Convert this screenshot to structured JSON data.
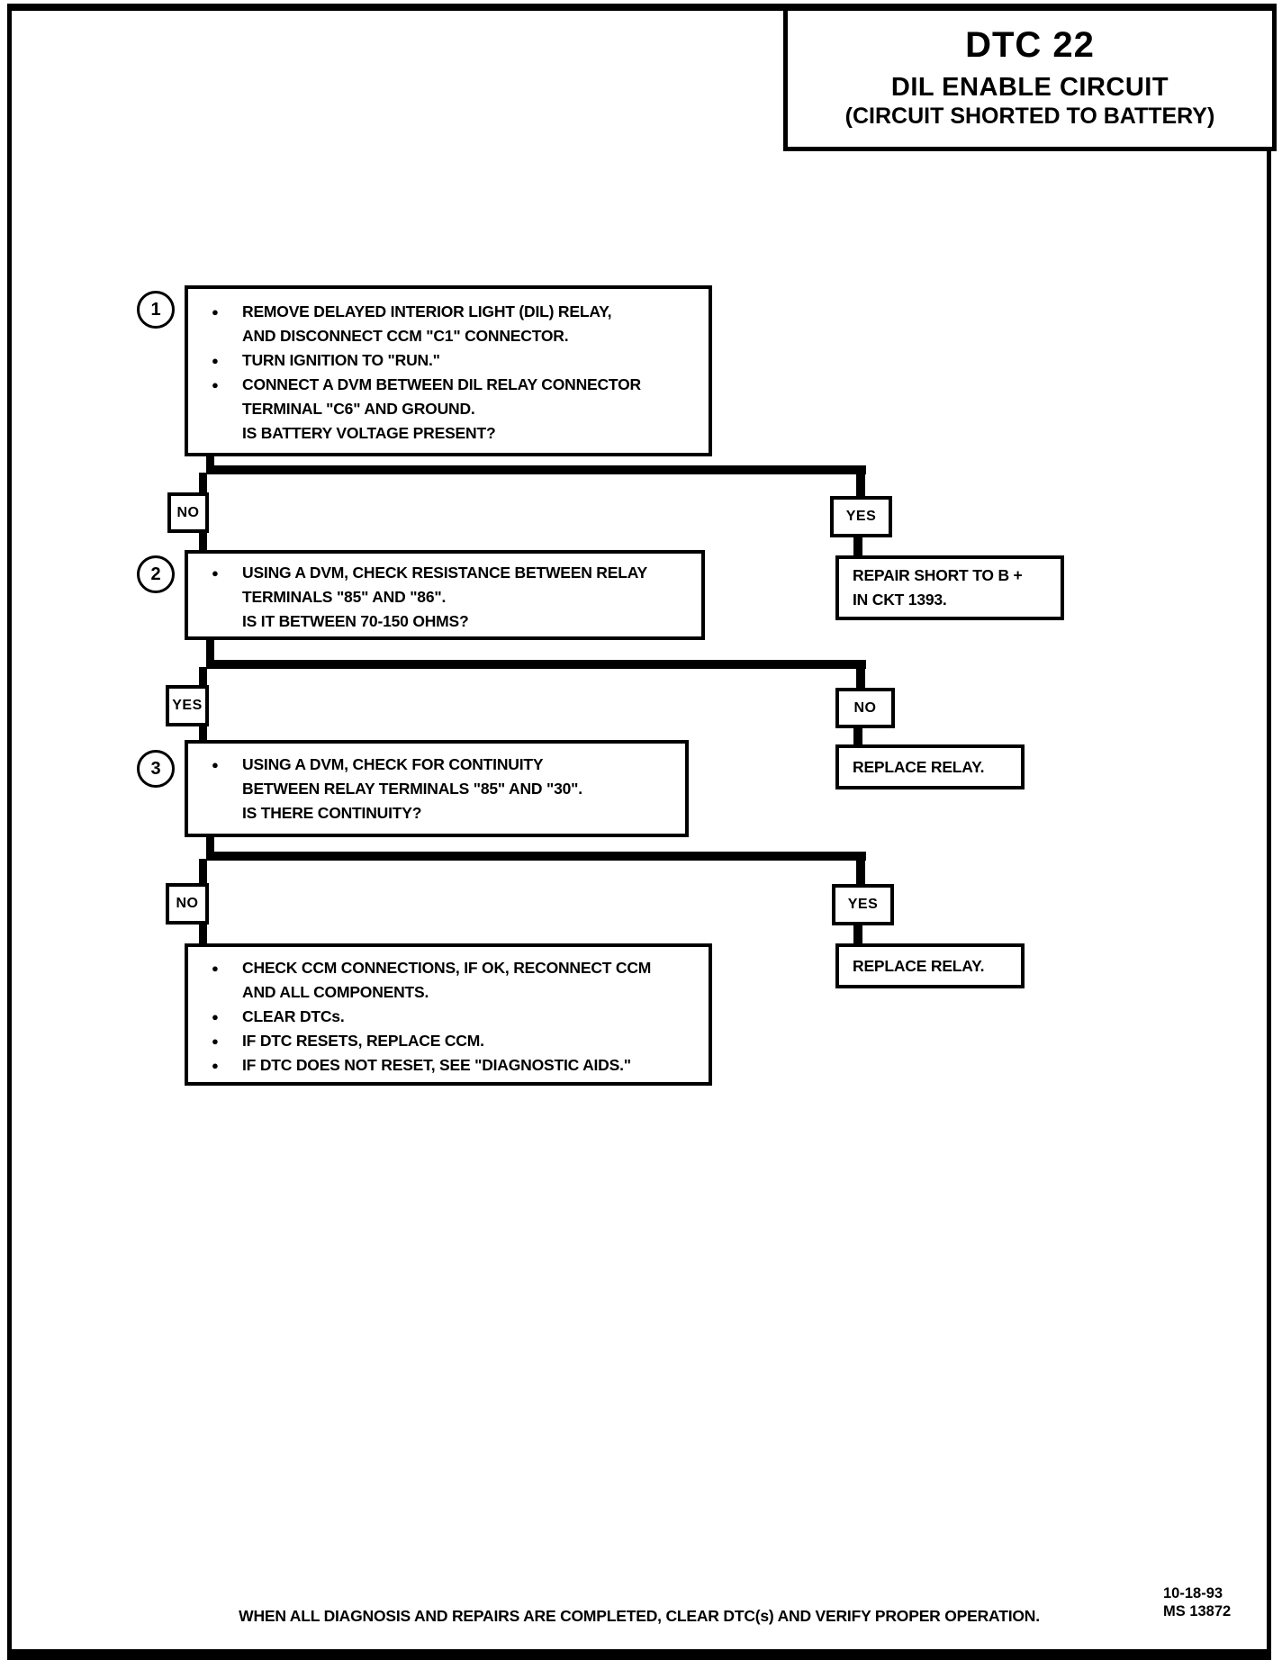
{
  "page": {
    "title": {
      "code": "DTC 22",
      "subtitle1": "DIL ENABLE CIRCUIT",
      "subtitle2": "(CIRCUIT SHORTED TO BATTERY)"
    },
    "footer": {
      "note": "WHEN ALL DIAGNOSIS AND REPAIRS ARE COMPLETED, CLEAR DTC(s) AND VERIFY PROPER OPERATION.",
      "date": "10-18-93",
      "doc_number": "MS 13872"
    },
    "colors": {
      "line": "#000000",
      "background": "#ffffff",
      "text": "#000000"
    }
  },
  "glyphs": {
    "bullet": "●"
  },
  "flowchart": {
    "step1": {
      "number": "1",
      "rows": [
        {
          "bullet": "●",
          "text": "REMOVE DELAYED INTERIOR LIGHT (DIL) RELAY,"
        },
        {
          "bullet": "",
          "text": "AND DISCONNECT CCM \"C1\" CONNECTOR."
        },
        {
          "bullet": "●",
          "text": "TURN IGNITION TO \"RUN.\""
        },
        {
          "bullet": "●",
          "text": "CONNECT A DVM BETWEEN DIL RELAY CONNECTOR"
        },
        {
          "bullet": "",
          "text": "TERMINAL \"C6\" AND GROUND."
        },
        {
          "bullet": "",
          "text": "IS BATTERY VOLTAGE PRESENT?"
        }
      ]
    },
    "step2": {
      "number": "2",
      "rows": [
        {
          "bullet": "●",
          "text": "USING A DVM, CHECK RESISTANCE BETWEEN RELAY"
        },
        {
          "bullet": "",
          "text": "TERMINALS \"85\" AND \"86\"."
        },
        {
          "bullet": "",
          "text": "IS IT BETWEEN 70-150 OHMS?"
        }
      ]
    },
    "step3": {
      "number": "3",
      "rows": [
        {
          "bullet": "●",
          "text": "USING A DVM, CHECK FOR CONTINUITY"
        },
        {
          "bullet": "",
          "text": "BETWEEN RELAY TERMINALS \"85\" AND \"30\"."
        },
        {
          "bullet": "",
          "text": "IS THERE CONTINUITY?"
        }
      ]
    },
    "step4": {
      "rows": [
        {
          "bullet": "●",
          "text": "CHECK CCM CONNECTIONS, IF OK, RECONNECT CCM"
        },
        {
          "bullet": "",
          "text": "AND ALL COMPONENTS."
        },
        {
          "bullet": "●",
          "text": "CLEAR DTCs."
        },
        {
          "bullet": "●",
          "text": "IF DTC RESETS, REPLACE CCM."
        },
        {
          "bullet": "●",
          "text": "IF DTC DOES NOT RESET, SEE \"DIAGNOSTIC AIDS.\""
        }
      ]
    },
    "labels": {
      "no1": "NO",
      "yes1": "YES",
      "yes2": "YES",
      "no2": "NO",
      "no3": "NO",
      "yes3": "YES"
    },
    "actions": {
      "repair_short": {
        "lines": [
          "REPAIR SHORT TO B +",
          "IN CKT 1393."
        ]
      },
      "replace_relay_1": "REPLACE RELAY.",
      "replace_relay_2": "REPLACE RELAY."
    }
  }
}
